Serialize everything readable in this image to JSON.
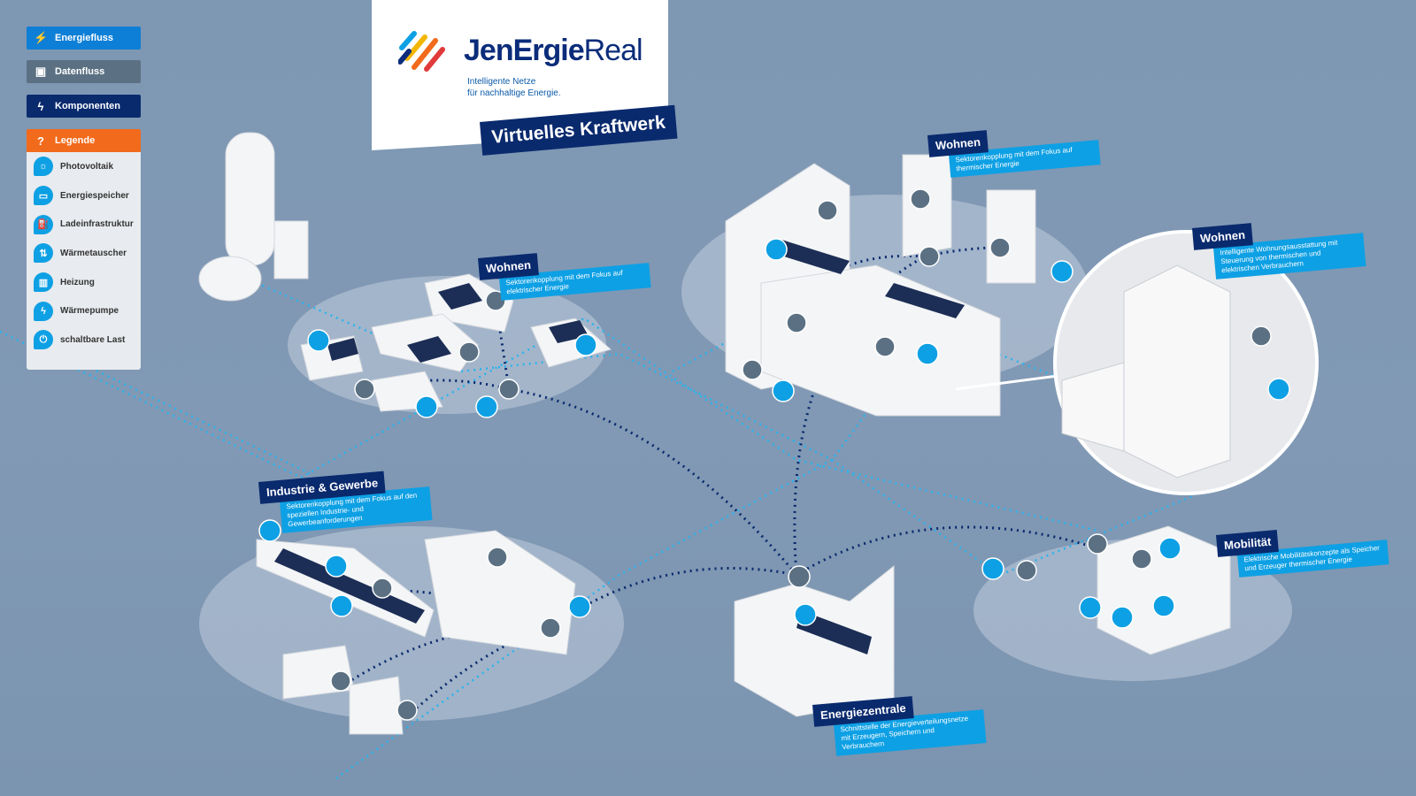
{
  "nav": {
    "energiefluss": "Energiefluss",
    "datenfluss": "Datenfluss",
    "komponenten": "Komponenten",
    "legende": "Legende"
  },
  "legend": [
    "Photovoltaik",
    "Energiespeicher",
    "Ladeinfrastruktur",
    "Wärmetauscher",
    "Heizung",
    "Wärmepumpe",
    "schaltbare Last"
  ],
  "logo": {
    "name_bold": "JenErgie",
    "name_light": "Real",
    "tagline1": "Intelligente Netze",
    "tagline2": "für nachhaltige Energie."
  },
  "title": "Virtuelles Kraftwerk",
  "areas": [
    {
      "title": "Wohnen",
      "desc": "Sektorenkopplung mit dem Fokus auf elektrischer Energie"
    },
    {
      "title": "Wohnen",
      "desc": "Sektorenkopplung mit dem Fokus auf thermischer Energie"
    },
    {
      "title": "Wohnen",
      "desc": "Intelligente Wohnungsausstattung mit Steuerung von thermischen und elektrischen Verbrauchern"
    },
    {
      "title": "Industrie & Gewerbe",
      "desc": "Sektorenkopplung mit dem Fokus auf den speziellen Industrie- und Gewerbeanforderungen"
    },
    {
      "title": "Mobilität",
      "desc": "Elektrische Mobilitätskonzepte als Speicher und Erzeuger thermischer Energie"
    },
    {
      "title": "Energiezentrale",
      "desc": "Schnittstelle der Energieverteilungsnetze mit Erzeugern, Speichern und Verbrauchern"
    }
  ],
  "colors": {
    "navy": "#0a2a6e",
    "blue": "#0ea0e4",
    "orange": "#f26a1b",
    "slate": "#5b7183"
  }
}
